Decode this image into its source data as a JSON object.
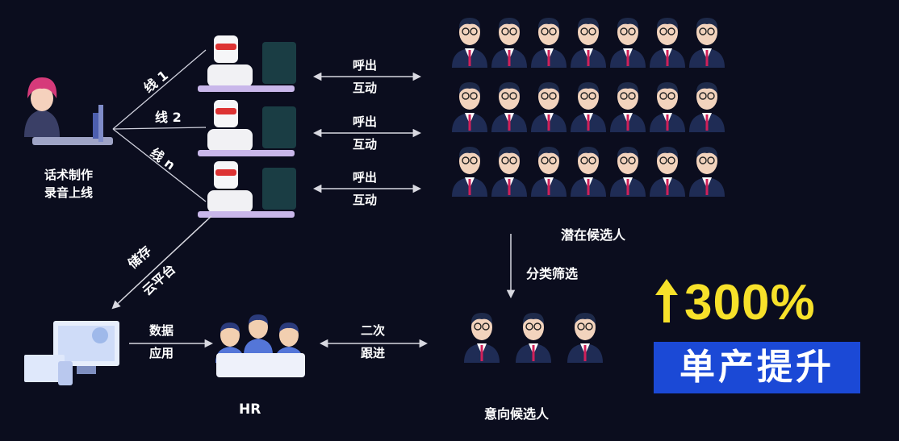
{
  "left": {
    "caption_line1": "话术制作",
    "caption_line2": "录音上线"
  },
  "lines": {
    "line1": "线 1",
    "line2": "线 2",
    "linen": "线 n"
  },
  "call_rows": [
    {
      "line1": "呼出",
      "line2": "互动"
    },
    {
      "line1": "呼出",
      "line2": "互动"
    },
    {
      "line1": "呼出",
      "line2": "互动"
    }
  ],
  "storage": {
    "line1": "储存",
    "line2": "云平台"
  },
  "data_app": {
    "line1": "数据",
    "line2": "应用"
  },
  "followup": {
    "line1": "二次",
    "line2": "跟进"
  },
  "filter_label": "分类筛选",
  "potential_label": "潜在候选人",
  "intent_label": "意向候选人",
  "hr_label": "HR",
  "promo": {
    "number": "300%",
    "text": "单产提升"
  },
  "colors": {
    "background": "#0b0d1e",
    "arrow": "#d8d8e0",
    "promo_yellow": "#f7e12a",
    "promo_blue": "#1b49d6",
    "suit": "#1f2c55",
    "tie": "#d0205a"
  }
}
